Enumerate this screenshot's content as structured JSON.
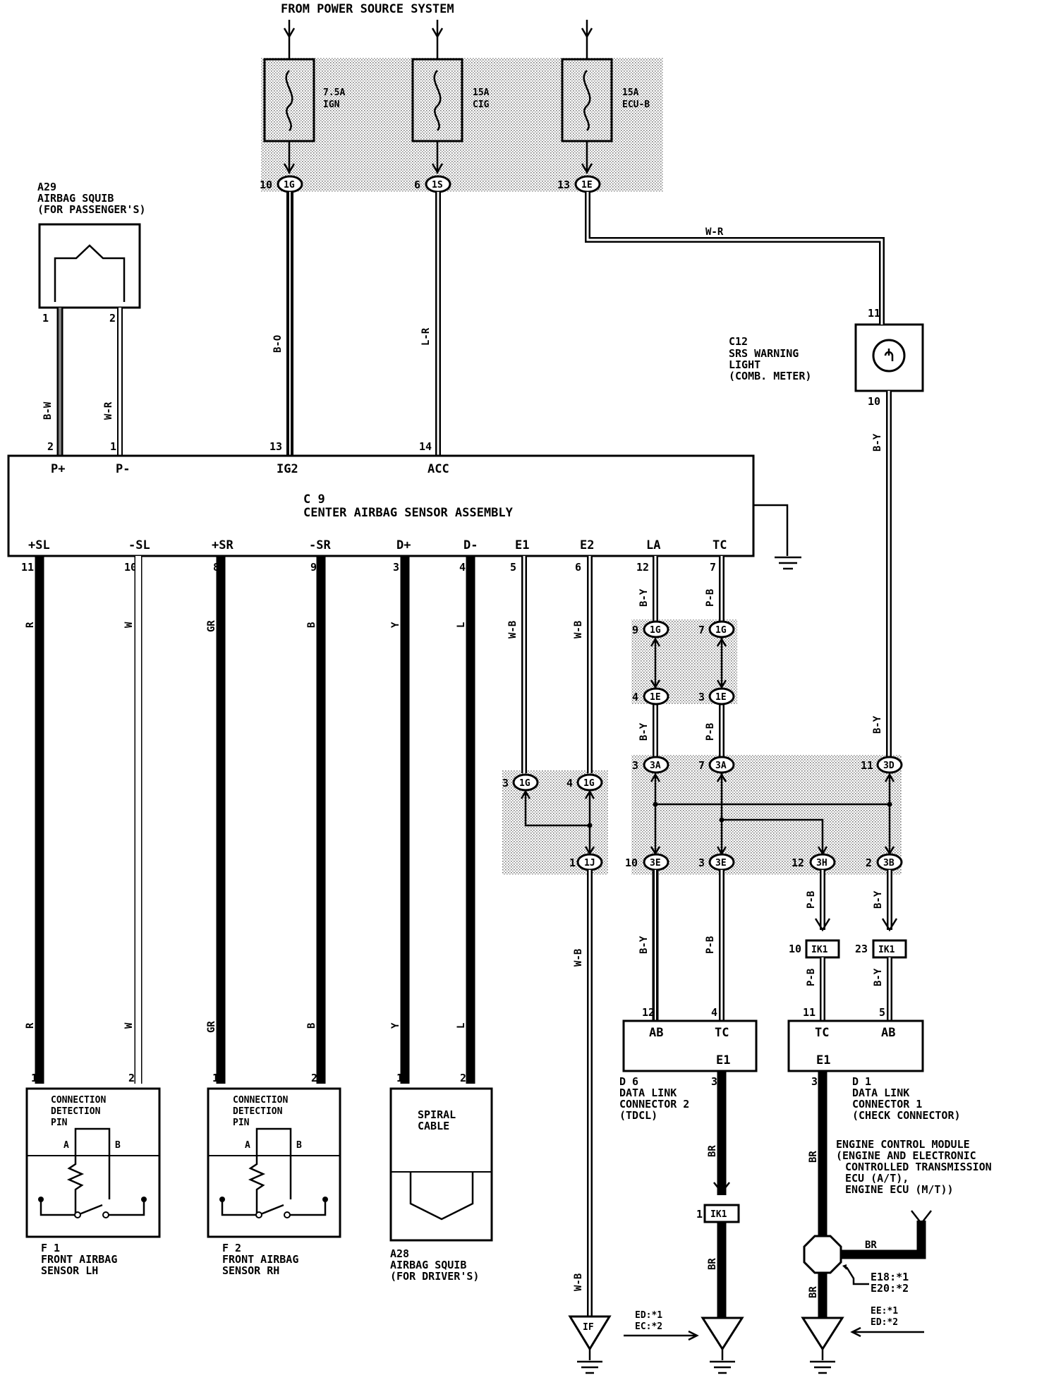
{
  "header": "FROM POWER SOURCE SYSTEM",
  "fuses": [
    {
      "amp": "7.5A",
      "name": "IGN",
      "pin": "10",
      "conn": "1G"
    },
    {
      "amp": "15A",
      "name": "CIG",
      "pin": "6",
      "conn": "1S"
    },
    {
      "amp": "15A",
      "name": "ECU-B",
      "pin": "13",
      "conn": "1E"
    }
  ],
  "a29": {
    "code": "A29",
    "name1": "AIRBAG SQUIB",
    "name2": "(FOR PASSENGER'S)",
    "pin1": "1",
    "pin2": "2"
  },
  "c12": {
    "code": "C12",
    "name1": "SRS WARNING",
    "name2": "LIGHT",
    "name3": "(COMB. METER)",
    "pin_top": "11",
    "pin_bot": "10"
  },
  "c9": {
    "code": "C 9",
    "name": "CENTER AIRBAG SENSOR ASSEMBLY",
    "top_terms": [
      {
        "pin": "2",
        "label": "P+"
      },
      {
        "pin": "1",
        "label": "P-"
      },
      {
        "pin": "13",
        "label": "IG2"
      },
      {
        "pin": "14",
        "label": "ACC"
      }
    ],
    "bottom_terms": [
      {
        "pin": "11",
        "label": "+SL"
      },
      {
        "pin": "10",
        "label": "-SL"
      },
      {
        "pin": "8",
        "label": "+SR"
      },
      {
        "pin": "9",
        "label": "-SR"
      },
      {
        "pin": "3",
        "label": "D+"
      },
      {
        "pin": "4",
        "label": "D-"
      },
      {
        "pin": "5",
        "label": "E1"
      },
      {
        "pin": "6",
        "label": "E2"
      },
      {
        "pin": "12",
        "label": "LA"
      },
      {
        "pin": "7",
        "label": "TC"
      }
    ]
  },
  "wire_colors": {
    "bw": "B-W",
    "wr": "W-R",
    "bo": "B-O",
    "lr": "L-R",
    "by": "B-Y",
    "pb": "P-B",
    "wb": "W-B",
    "r": "R",
    "w": "W",
    "gr": "GR",
    "b": "B",
    "y": "Y",
    "l": "L",
    "br": "BR"
  },
  "junctions": [
    {
      "pin": "9",
      "conn": "1G"
    },
    {
      "pin": "7",
      "conn": "1G"
    },
    {
      "pin": "4",
      "conn": "1E"
    },
    {
      "pin": "3",
      "conn": "1E"
    },
    {
      "pin": "3",
      "conn": "3A"
    },
    {
      "pin": "7",
      "conn": "3A"
    },
    {
      "pin": "11",
      "conn": "3D"
    },
    {
      "pin": "3",
      "conn": "1G"
    },
    {
      "pin": "4",
      "conn": "1G"
    },
    {
      "pin": "1",
      "conn": "1J"
    },
    {
      "pin": "10",
      "conn": "3E"
    },
    {
      "pin": "3",
      "conn": "3E"
    },
    {
      "pin": "12",
      "conn": "3H"
    },
    {
      "pin": "2",
      "conn": "3B"
    }
  ],
  "ik1": [
    {
      "pin": "10",
      "label": "IK1"
    },
    {
      "pin": "23",
      "label": "IK1"
    },
    {
      "pin": "1",
      "label": "IK1"
    }
  ],
  "f1": {
    "code": "F 1",
    "name1": "FRONT AIRBAG",
    "name2": "SENSOR LH",
    "box1": "CONNECTION",
    "box2": "DETECTION",
    "box3": "PIN",
    "a": "A",
    "b": "B",
    "pin1": "1",
    "pin2": "2"
  },
  "f2": {
    "code": "F 2",
    "name1": "FRONT AIRBAG",
    "name2": "SENSOR RH",
    "box1": "CONNECTION",
    "box2": "DETECTION",
    "box3": "PIN",
    "a": "A",
    "b": "B",
    "pin1": "1",
    "pin2": "2"
  },
  "a28": {
    "code": "A28",
    "name1": "AIRBAG SQUIB",
    "name2": "(FOR DRIVER'S)",
    "box1": "SPIRAL",
    "box2": "CABLE",
    "pin1": "1",
    "pin2": "2"
  },
  "d6": {
    "code": "D 6",
    "name1": "DATA LINK",
    "name2": "CONNECTOR 2",
    "name3": "(TDCL)",
    "ab": "AB",
    "tc": "TC",
    "e1": "E1",
    "pin_ab": "12",
    "pin_tc": "4",
    "pin_e1": "3"
  },
  "d1": {
    "code": "D 1",
    "name1": "DATA LINK",
    "name2": "CONNECTOR 1",
    "name3": "(CHECK CONNECTOR)",
    "tc": "TC",
    "ab": "AB",
    "e1": "E1",
    "pin_tc": "11",
    "pin_ab": "5",
    "pin_e1": "3"
  },
  "ecm": {
    "l1": "ENGINE CONTROL MODULE",
    "l2": "(ENGINE AND ELECTRONIC",
    "l3": "CONTROLLED TRANSMISSION",
    "l4": "ECU (A/T),",
    "l5": "ENGINE ECU (M/T))",
    "ref1": "E18:*1",
    "ref2": "E20:*2"
  },
  "grounds": {
    "if_label": "IF",
    "ed1": "ED:*1",
    "ec2": "EC:*2",
    "ee1": "EE:*1",
    "ed2": "ED:*2"
  }
}
